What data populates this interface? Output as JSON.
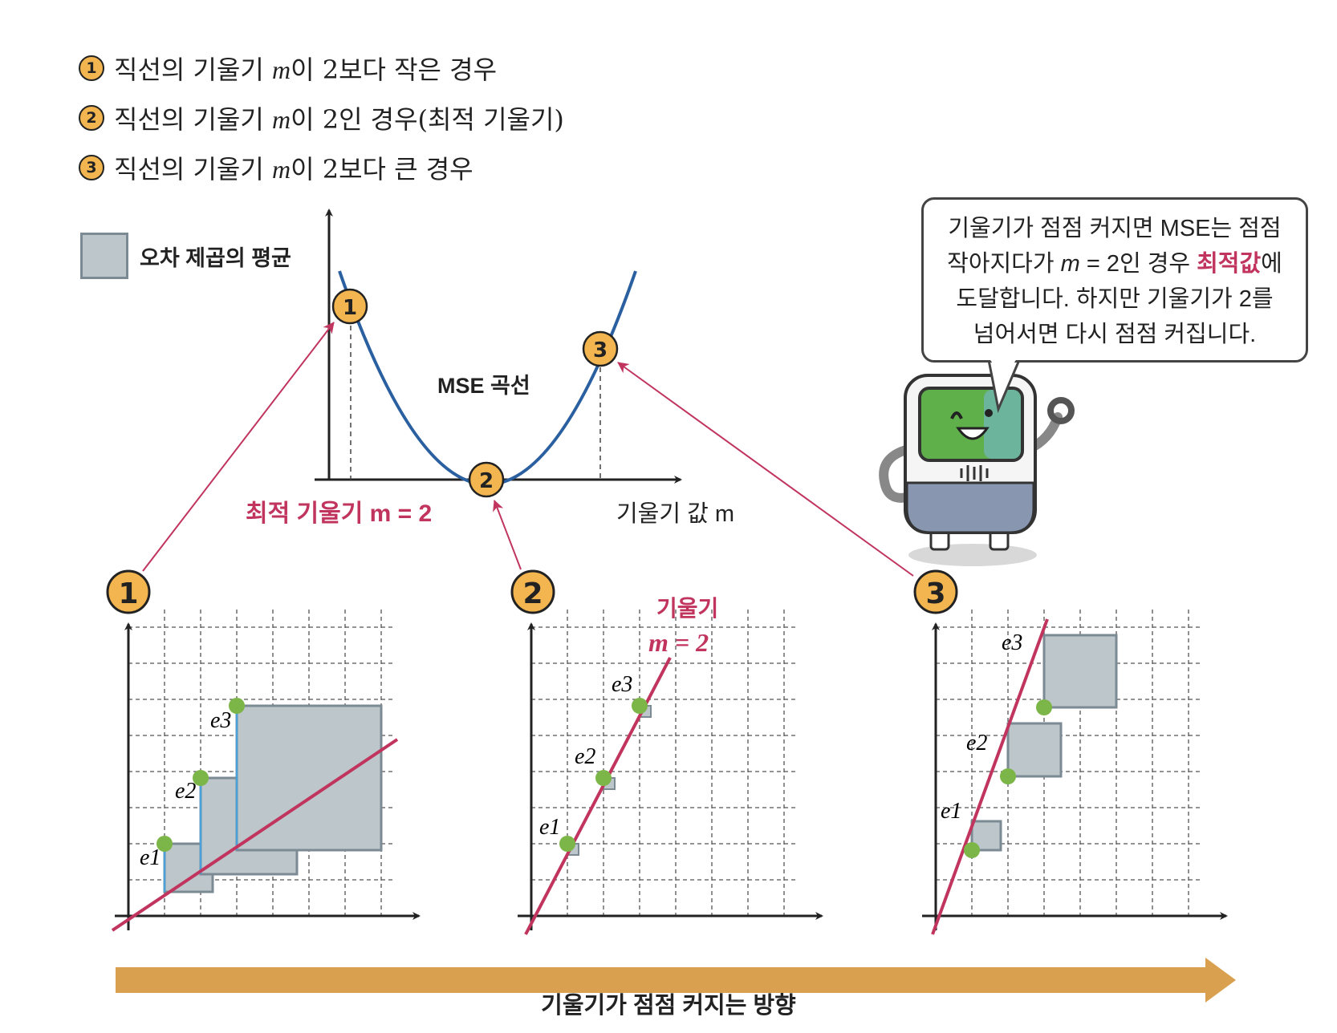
{
  "legend": {
    "items": [
      {
        "num": "1",
        "pre": "직선의 기울기 ",
        "var": "m",
        "post": "이 2보다 작은 경우"
      },
      {
        "num": "2",
        "pre": "직선의 기울기 ",
        "var": "m",
        "post": "이 2인 경우(최적 기울기)"
      },
      {
        "num": "3",
        "pre": "직선의 기울기 ",
        "var": "m",
        "post": "이 2보다 큰 경우"
      }
    ],
    "mse_square_label": "오차 제곱의 평균"
  },
  "mse_plot": {
    "curve_label": "MSE 곡선",
    "xlabel": "기울기 값 m",
    "optimal_label": "최적 기울기 m = 2",
    "points": [
      "1",
      "2",
      "3"
    ]
  },
  "bubble": {
    "line1": "기울기가 점점 커지면 MSE는 점점",
    "line2_a": "작아지다가 ",
    "line2_var": "m",
    "line2_b": " = 2인 경우 ",
    "line2_hl": "최적값",
    "line2_c": "에",
    "line3": "도달합니다. 하지만 기울기가 2를",
    "line4": "넘어서면 다시 점점 커집니다."
  },
  "panels": [
    {
      "num": "1",
      "error_labels": [
        "e1",
        "e2",
        "e3"
      ]
    },
    {
      "num": "2",
      "error_labels": [
        "e1",
        "e2",
        "e3"
      ],
      "slope_label_1": "기울기",
      "slope_label_2": "m = 2"
    },
    {
      "num": "3",
      "error_labels": [
        "e1",
        "e2",
        "e3"
      ]
    }
  ],
  "bottom_arrow_label": "기울기가 점점 커지는 방향",
  "colors": {
    "curve": "#2a5fa0",
    "line": "#c0345e",
    "badge": "#f2b54f",
    "square": "#bcc6cb",
    "point": "#7cb648",
    "arrow": "#d9a04f"
  }
}
